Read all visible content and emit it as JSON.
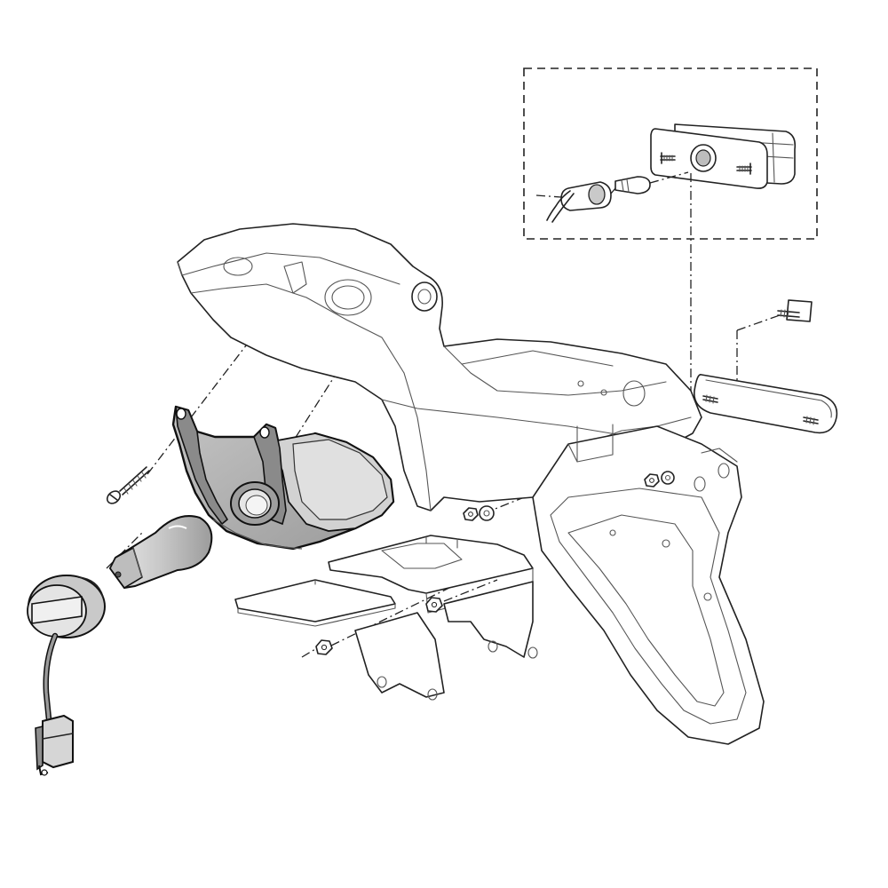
{
  "diagram": {
    "style": "exploded-assembly-line-drawing",
    "colors": {
      "background": "#ffffff",
      "line": "#222222",
      "highlight_fill": "#b7b7b7",
      "highlight_shade": "#8a8a8a",
      "component_fill": "#c9c9c9"
    },
    "parts": [
      {
        "id": "rear-subframe",
        "icon": "frame-outline",
        "highlighted": false
      },
      {
        "id": "license-plate-bracket",
        "icon": "bracket-outline",
        "highlighted": false
      },
      {
        "id": "mounting-plate",
        "icon": "plate-outline",
        "highlighted": false
      },
      {
        "id": "tail-light-housing",
        "icon": "housing-shaded",
        "highlighted": true
      },
      {
        "id": "bulb",
        "icon": "bulb-shaded",
        "highlighted": false
      },
      {
        "id": "bulb-socket-with-wire",
        "icon": "socket-shaded",
        "highlighted": false
      },
      {
        "id": "connector",
        "icon": "connector-shaded",
        "highlighted": false
      },
      {
        "id": "screw",
        "icon": "screw",
        "highlighted": false
      },
      {
        "id": "license-light-lens",
        "icon": "lens-outline",
        "highlighted": false
      },
      {
        "id": "license-light-assembly",
        "icon": "lamp-outline",
        "highlighted": false
      },
      {
        "id": "small-bulb",
        "icon": "small-bulb",
        "highlighted": false
      },
      {
        "id": "small-socket",
        "icon": "small-socket",
        "highlighted": false
      },
      {
        "id": "nut",
        "icon": "nut",
        "highlighted": false
      },
      {
        "id": "washer",
        "icon": "washer",
        "highlighted": false
      },
      {
        "id": "stud",
        "icon": "stud",
        "highlighted": false
      }
    ],
    "detail_box": {
      "style": "dashed",
      "contains": [
        "license-light-assembly",
        "small-bulb",
        "small-socket"
      ]
    }
  }
}
